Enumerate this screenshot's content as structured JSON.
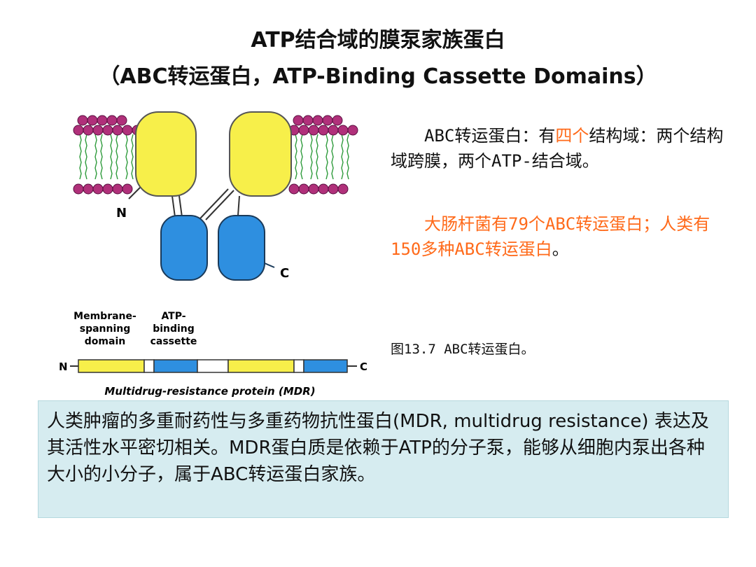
{
  "slide": {
    "title_line1": "ATP结合域的膜泵家族蛋白",
    "title_line2": "（ABC转运蛋白，ATP-Binding Cassette Domains）"
  },
  "figure": {
    "label_n_top": "N",
    "label_c_top": "C",
    "legend_membrane_line1": "Membrane-",
    "legend_membrane_line2": "spanning",
    "legend_membrane_line3": "domain",
    "legend_atp_line1": "ATP-",
    "legend_atp_line2": "binding",
    "legend_atp_line3": "cassette",
    "bar_n": "N",
    "bar_c": "C",
    "caption": "Multidrug-resistance protein (MDR)",
    "colors": {
      "membrane_domain": "#f7ef4a",
      "atp_domain": "#2e8fe0",
      "lipid_head": "#b0307a",
      "lipid_tail": "#2d9a3a"
    }
  },
  "text": {
    "p1_a": "ABC转运蛋白：有",
    "p1_highlight": "四个",
    "p1_b": "结构域：两个结构域跨膜，两个ATP-结合域。",
    "p2": "大肠杆菌有79个ABC转运蛋白；人类有150多种ABC转运蛋白",
    "p2_end": "。",
    "figure_caption": "图13.7 ABC转运蛋白。"
  },
  "note": {
    "text": "人类肿瘤的多重耐药性与多重药物抗性蛋白(MDR, multidrug resistance) 表达及其活性水平密切相关。MDR蛋白质是依赖于ATP的分子泵，能够从细胞内泵出各种大小的小分子，属于ABC转运蛋白家族。"
  }
}
